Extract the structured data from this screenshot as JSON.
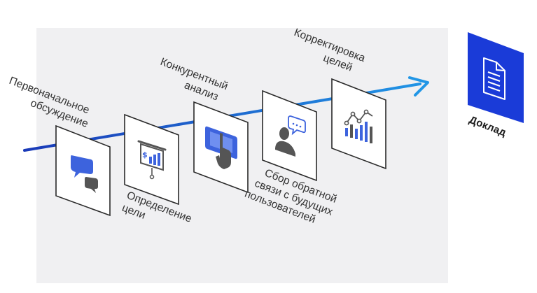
{
  "diagram": {
    "steps": [
      {
        "label_lines": [
          "Первоначальное",
          "обсуждение"
        ],
        "icon": "chat-bubbles-icon"
      },
      {
        "label_lines": [
          "Определение",
          "цели"
        ],
        "icon": "presentation-chart-icon"
      },
      {
        "label_lines": [
          "Конкурентный",
          "анализ"
        ],
        "icon": "tablet-touch-icon"
      },
      {
        "label_lines": [
          "Сбор обратной",
          "связи с будущих",
          "пользователей"
        ],
        "icon": "user-feedback-icon"
      },
      {
        "label_lines": [
          "Корректировка",
          "целей"
        ],
        "icon": "analytics-chart-icon"
      }
    ],
    "result": {
      "label": "Доклад",
      "icon": "document-icon"
    },
    "colors": {
      "accent_blue": "#1a3bd8",
      "arrow_start": "#1a3ab8",
      "arrow_end": "#2196e6",
      "icon_blue": "#3d63dd",
      "icon_gray": "#555555",
      "panel": "#f0f0f2"
    }
  }
}
